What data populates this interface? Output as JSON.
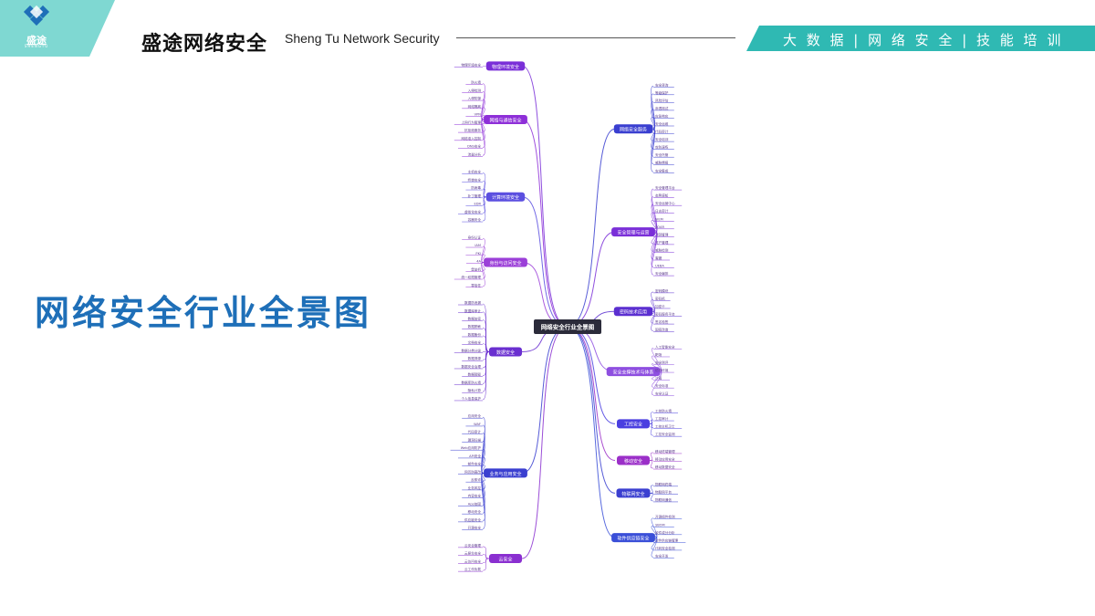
{
  "header": {
    "logo_text": "盛途",
    "logo_sub": "SHENGTU",
    "brand_cn": "盛途网络安全",
    "brand_en": "Sheng Tu Network  Security",
    "tagline": "大 数 据   |   网 络 安 全   |   技 能 培 训"
  },
  "main": {
    "title": "网络安全行业全景图"
  },
  "colors": {
    "title_blue": "#1e6fb8",
    "banner_teal": "#2fb9b3",
    "corner_teal": "#7fd8d2",
    "center_node": "#2b2b3a"
  },
  "mindmap": {
    "center": "网络安全行业全景图",
    "left": [
      {
        "label": "物理环境安全",
        "color": "#7a2fd8",
        "leaves": [
          "物理环境安全"
        ]
      },
      {
        "label": "网络与通信安全",
        "color": "#8e2fd8",
        "leaves": [
          "防火墙",
          "入侵检测",
          "入侵防御",
          "网络隔离",
          "VPN",
          "上网行为管理",
          "抗拒绝服务",
          "网络准入控制",
          "DNS安全",
          "流量分析"
        ]
      },
      {
        "label": "计算环境安全",
        "color": "#5b4fe0",
        "leaves": [
          "主机安全",
          "终端安全",
          "防病毒",
          "补丁管理",
          "EDR",
          "虚拟化安全",
          "容器安全"
        ]
      },
      {
        "label": "身份与访问安全",
        "color": "#9b3fd8",
        "leaves": [
          "身份认证",
          "IAM",
          "PKI",
          "4A",
          "堡垒机",
          "统一权限管理",
          "零信任"
        ]
      },
      {
        "label": "数据安全",
        "color": "#6a2fd0",
        "leaves": [
          "数据防泄漏",
          "数据库审计",
          "数据加密",
          "数据脱敏",
          "数据备份",
          "文档安全",
          "数据分类分级",
          "数据溯源",
          "数据安全治理",
          "数据销毁",
          "数据库防火墙",
          "隐私计算",
          "个人信息保护"
        ]
      },
      {
        "label": "业务与应用安全",
        "color": "#3a3fd0",
        "leaves": [
          "应用安全",
          "WAF",
          "代码审计",
          "漏洞扫描",
          "Web应用防护",
          "API安全",
          "邮件安全",
          "网页防篡改",
          "反欺诈",
          "业务风控",
          "内容安全",
          "App加固",
          "移动安全",
          "供应链安全",
          "开源安全"
        ]
      },
      {
        "label": "云安全",
        "color": "#8a2fd0",
        "leaves": [
          "云安全管理",
          "云原生安全",
          "云访问安全",
          "云工作负载"
        ]
      }
    ],
    "right": [
      {
        "label": "网络安全服务",
        "color": "#3a3fd0",
        "leaves": [
          "安全咨询",
          "等级保护",
          "风险评估",
          "渗透测试",
          "应急响应",
          "安全运维",
          "代码审计",
          "安全培训",
          "攻防演练",
          "安全托管",
          "威胁情报",
          "安全集成"
        ]
      },
      {
        "label": "安全管理与运营",
        "color": "#7a2fd8",
        "leaves": [
          "安全管理平台",
          "态势感知",
          "安全运营中心",
          "日志审计",
          "SIEM",
          "SOAR",
          "漏洞管理",
          "资产管理",
          "威胁检测",
          "蜜罐",
          "UEBA",
          "安全编排"
        ]
      },
      {
        "label": "密码技术应用",
        "color": "#5b2fd0",
        "leaves": [
          "密码模块",
          "密码机",
          "加密卡",
          "密码服务平台",
          "签名验签",
          "国密改造"
        ]
      },
      {
        "label": "安全支撑技术与体系",
        "color": "#8e4fe0",
        "leaves": [
          "人工智能安全",
          "靶场",
          "安全测评",
          "仿真环境",
          "沙箱",
          "安全标准",
          "安全认证"
        ]
      },
      {
        "label": "工控安全",
        "color": "#4a3fe0",
        "leaves": [
          "工控防火墙",
          "工控审计",
          "工控主机卫士",
          "工控安全监测"
        ]
      },
      {
        "label": "移动安全",
        "color": "#9b2fc8",
        "leaves": [
          "移动终端管理",
          "移动应用安全",
          "移动数据安全"
        ]
      },
      {
        "label": "物联网安全",
        "color": "#3a3fd0",
        "leaves": [
          "物联网终端",
          "物联网平台",
          "物联网通信"
        ]
      },
      {
        "label": "软件供应链安全",
        "color": "#3a4fd8",
        "leaves": [
          "开源组件检测",
          "SBOM",
          "软件成分分析",
          "软件供应链管理",
          "代码安全检测",
          "安全开发"
        ]
      }
    ]
  }
}
